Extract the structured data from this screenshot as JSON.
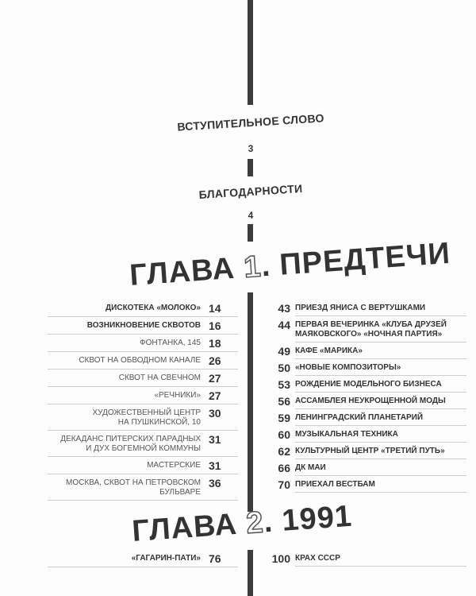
{
  "intro": [
    {
      "title": "ВСТУПИТЕЛЬНОЕ СЛОВО",
      "page": "3"
    },
    {
      "title": "БЛАГОДАРНОСТИ",
      "page": "4"
    }
  ],
  "chapters": [
    {
      "prefix": "ГЛАВА ",
      "number": "1",
      "suffix": ". ПРЕДТЕЧИ",
      "left": [
        {
          "title": "ДИСКОТЕКА «МОЛОКО»",
          "page": "14",
          "bold": true
        },
        {
          "title": "ВОЗНИКНОВЕНИЕ СКВОТОВ",
          "page": "16",
          "bold": true
        },
        {
          "title": "ФОНТАНКА, 145",
          "page": "18"
        },
        {
          "title": "СКВОТ НА ОБВОДНОМ КАНАЛЕ",
          "page": "26"
        },
        {
          "title": "СКВОТ НА СВЕЧНОМ",
          "page": "27"
        },
        {
          "title": "«РЕЧНИКИ»",
          "page": "27"
        },
        {
          "title": "ХУДОЖЕСТВЕННЫЙ ЦЕНТР\nНА ПУШКИНСКОЙ, 10",
          "page": "30"
        },
        {
          "title": "ДЕКАДАНС ПИТЕРСКИХ ПАРАДНЫХ\nИ ДУХ БОГЕМНОЙ КОММУНЫ",
          "page": "31"
        },
        {
          "title": "МАСТЕРСКИЕ",
          "page": "31"
        },
        {
          "title": "МОСКВА, СКВОТ НА ПЕТРОВСКОМ\nБУЛЬВАРЕ",
          "page": "36"
        }
      ],
      "right": [
        {
          "page": "43",
          "title": "ПРИЕЗД ЯНИСА С ВЕРТУШКАМИ"
        },
        {
          "page": "44",
          "title": "ПЕРВАЯ ВЕЧЕРИНКА «КЛУБА ДРУЗЕЙ\nМАЯКОВСКОГО» «НОЧНАЯ ПАРТИЯ»"
        },
        {
          "page": "49",
          "title": "КАФЕ «МАРИКА»"
        },
        {
          "page": "50",
          "title": "«НОВЫЕ КОМПОЗИТОРЫ»"
        },
        {
          "page": "53",
          "title": "РОЖДЕНИЕ МОДЕЛЬНОГО БИЗНЕСА"
        },
        {
          "page": "56",
          "title": "АССАМБЛЕЯ НЕУКРОЩЕННОЙ МОДЫ"
        },
        {
          "page": "59",
          "title": "ЛЕНИНГРАДСКИЙ ПЛАНЕТАРИЙ"
        },
        {
          "page": "60",
          "title": "МУЗЫКАЛЬНАЯ ТЕХНИКА"
        },
        {
          "page": "62",
          "title": "КУЛЬТУРНЫЙ ЦЕНТР «ТРЕТИЙ ПУТЬ»"
        },
        {
          "page": "66",
          "title": "ДК МАИ"
        },
        {
          "page": "70",
          "title": "ПРИЕХАЛ ВЕСТБАМ"
        }
      ]
    },
    {
      "prefix": "ГЛАВА ",
      "number": "2",
      "suffix": ". 1991",
      "left": [
        {
          "title": "«ГАГАРИН-ПАТИ»",
          "page": "76",
          "bold": true
        }
      ],
      "right": [
        {
          "page": "100",
          "title": "КРАХ СССР"
        }
      ]
    }
  ]
}
